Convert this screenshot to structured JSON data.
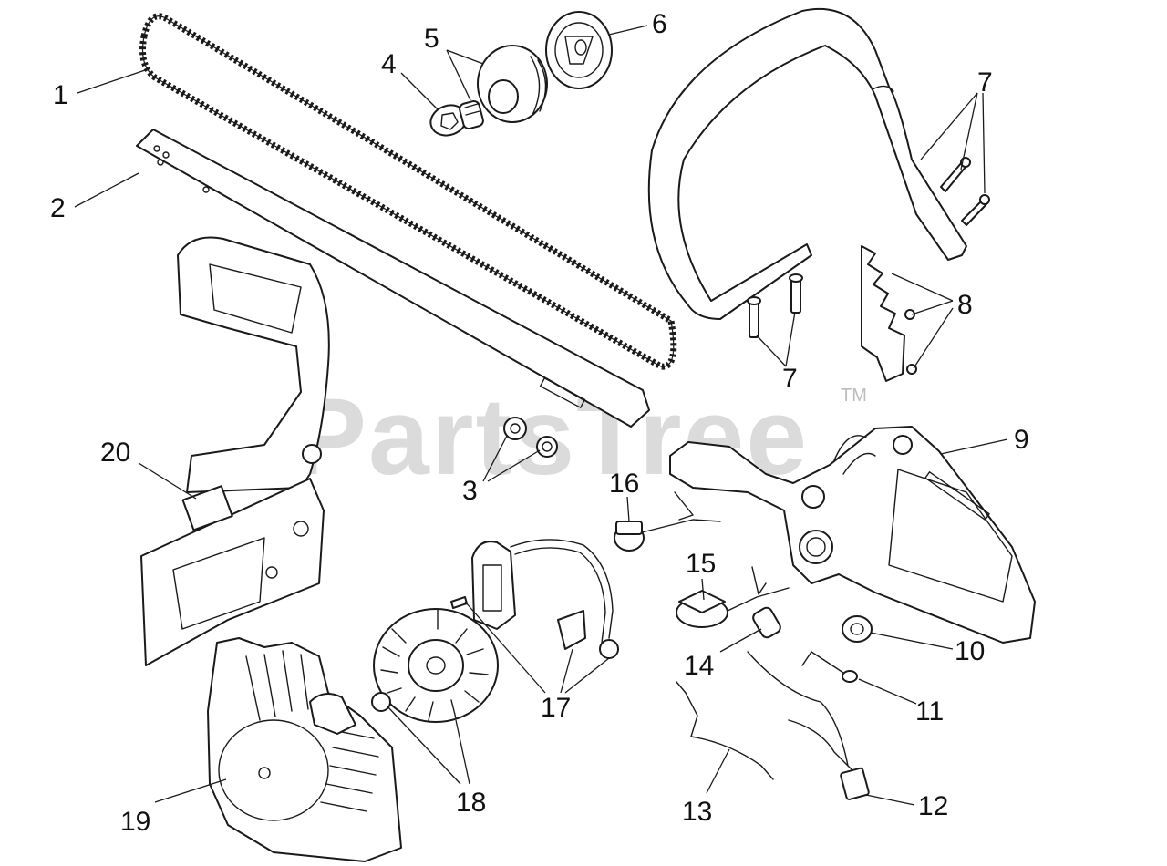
{
  "watermark": {
    "text": "PartsTree",
    "trademark": "TM"
  },
  "callouts": {
    "c1": "1",
    "c2": "2",
    "c3": "3",
    "c4": "4",
    "c5": "5",
    "c6": "6",
    "c7a": "7",
    "c7b": "7",
    "c8": "8",
    "c9": "9",
    "c10": "10",
    "c11": "11",
    "c12": "12",
    "c13": "13",
    "c14": "14",
    "c15": "15",
    "c16": "16",
    "c17": "17",
    "c18": "18",
    "c19": "19",
    "c20": "20"
  }
}
